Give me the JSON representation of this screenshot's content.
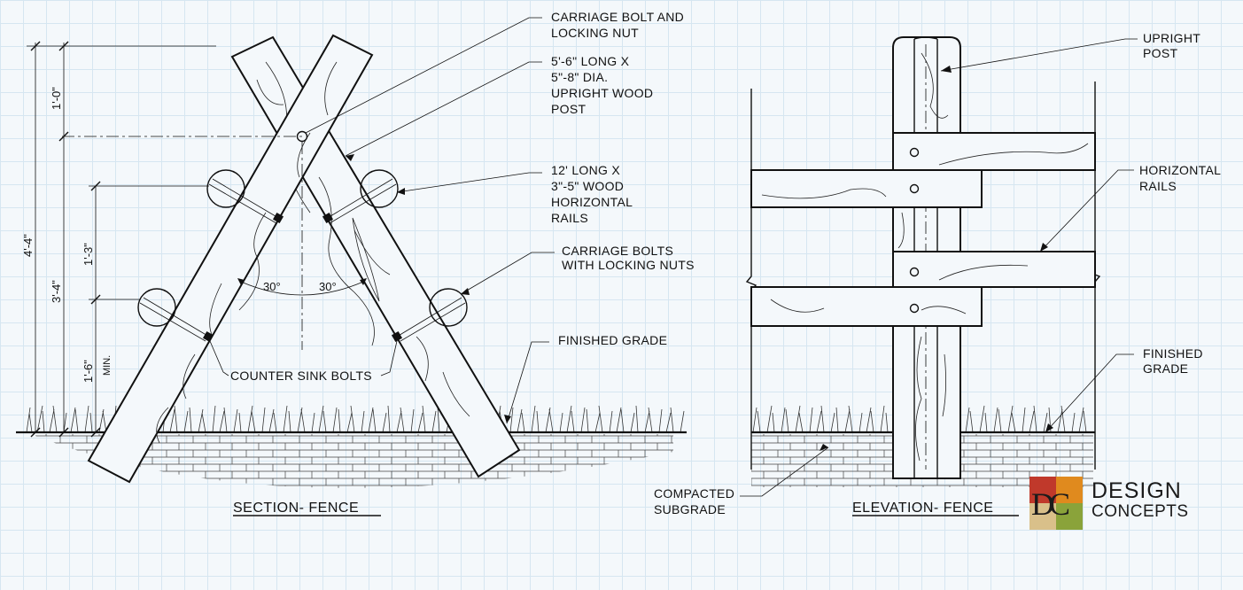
{
  "labels": {
    "carriage_bolt_1": "CARRIAGE BOLT AND",
    "carriage_bolt_2": "LOCKING NUT",
    "post_1": "5'-6\" LONG X",
    "post_2": "5\"-8\" DIA.",
    "post_3": "UPRIGHT WOOD",
    "post_4": "POST",
    "rails_1": "12' LONG X",
    "rails_2": "3\"-5\" WOOD",
    "rails_3": "HORIZONTAL",
    "rails_4": "RAILS",
    "bolts_1": "CARRIAGE BOLTS",
    "bolts_2": "WITH LOCKING NUTS",
    "finished_grade": "FINISHED GRADE",
    "counter_sink": "COUNTER SINK BOLTS",
    "upright_1": "UPRIGHT",
    "upright_2": "POST",
    "hrails_1": "HORIZONTAL",
    "hrails_2": "RAILS",
    "fgrade_1": "FINISHED",
    "fgrade_2": "GRADE",
    "subgrade_1": "COMPACTED",
    "subgrade_2": "SUBGRADE"
  },
  "dimensions": {
    "overall": "4'-4\"",
    "top": "1'-0\"",
    "middle": "3'-4\"",
    "rail_spacing": "1'-3\"",
    "bottom": "1'-6\"",
    "min": "MIN.",
    "angle_left": "30°",
    "angle_right": "30°"
  },
  "titles": {
    "section": "SECTION- FENCE",
    "elevation": "ELEVATION- FENCE"
  },
  "logo": {
    "line1": "DESIGN",
    "line2": "CONCEPTS",
    "mark": "DC",
    "colors": [
      "#c0392b",
      "#e08a1e",
      "#d9c08a",
      "#8aa33a"
    ]
  }
}
